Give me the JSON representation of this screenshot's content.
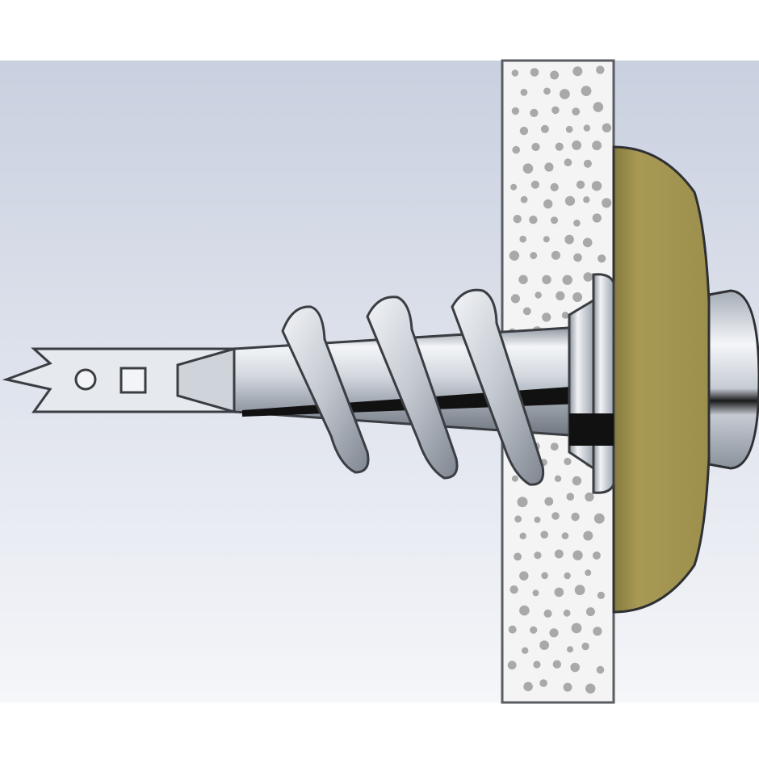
{
  "diagram": {
    "subject": "hollow-wall-anchor-installed",
    "colors": {
      "page": "#ffffff",
      "cavity_top": "#c9d0df",
      "cavity_bottom": "#f5f6f9",
      "board_face": "#f4f4f4",
      "board_dots": "#a9a9a9",
      "fixture": "#a89a55",
      "fixture_shade": "#857a3e",
      "metal_light": "#f2f4f7",
      "metal_mid": "#b7bdc7",
      "metal_dark": "#7b828d",
      "outline": "#3a3d42",
      "screw_core": "#111111"
    },
    "parts": [
      "cavity",
      "drywall-board",
      "fixture",
      "anchor-body",
      "spiral-thread",
      "drill-tip",
      "flange",
      "screw-head"
    ]
  }
}
